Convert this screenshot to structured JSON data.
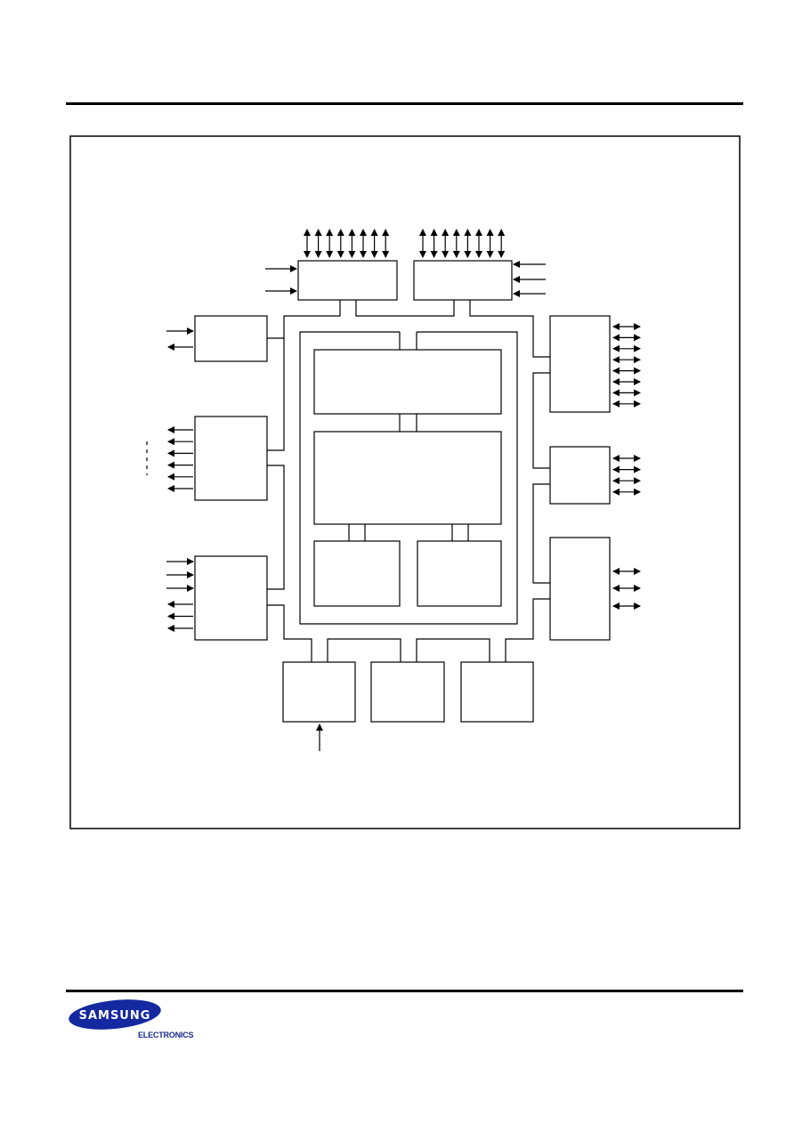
{
  "brand": {
    "logo_text": "SAMSUNG",
    "sub_text": "ELECTRONICS",
    "logo_color": "#1428a0"
  },
  "diagram": {
    "line_color": "#000000",
    "background": "#ffffff",
    "blocks": [
      "top-left-port-block",
      "top-right-port-block",
      "left-block-1",
      "left-block-2",
      "left-block-3",
      "core-top-block",
      "core-middle-block",
      "core-bottom-left-block",
      "core-bottom-right-block",
      "right-block-1",
      "right-block-2",
      "right-block-3",
      "bottom-block-1",
      "bottom-block-2",
      "bottom-block-3"
    ]
  }
}
